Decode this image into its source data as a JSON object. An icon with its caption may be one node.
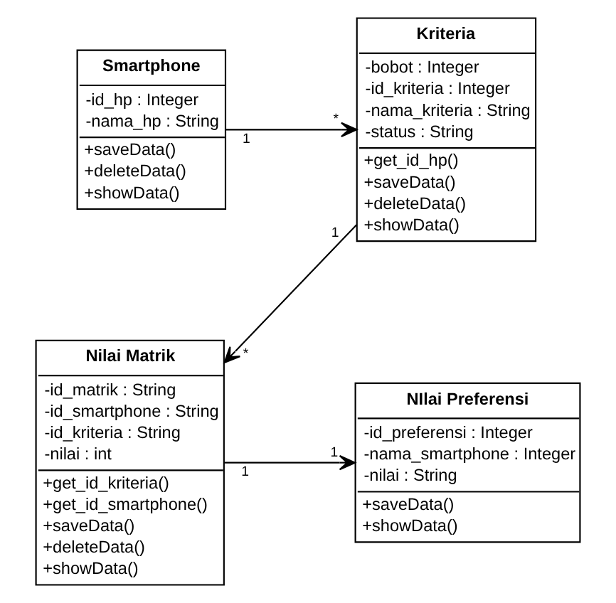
{
  "diagram": {
    "nodes": [
      {
        "text": [
          "Smartphone",
          "-id_hp : Integer",
          "-nama_hp : String",
          "+saveData()",
          "+deleteData()",
          "+showData()"
        ]
      },
      {
        "text": [
          "Kriteria",
          "-bobot : Integer",
          "-id_kriteria : Integer",
          "-nama_kriteria : String",
          "-status : String",
          "+get_id_hp()",
          "+saveData()",
          "+deleteData()",
          "+showData()"
        ]
      },
      {
        "text": [
          "Nilai Matrik",
          "-id_matrik : String",
          "-id_smartphone : String",
          "-id_kriteria : String",
          "-nilai : int",
          "+get_id_kriteria()",
          "+get_id_smartphone()",
          "+saveData()",
          "+deleteData()",
          "+showData()"
        ]
      },
      {
        "text": [
          "NIlai Preferensi",
          "-id_preferensi : Integer",
          "-nama_smartphone : Integer",
          "-nilai : String",
          "+saveData()",
          "+showData()"
        ]
      }
    ],
    "edges": [
      {
        "from": 0,
        "to": 1,
        "arrow": "to"
      },
      {
        "from": 1,
        "to": 2,
        "arrow": "to"
      },
      {
        "from": 2,
        "to": 3,
        "arrow": "to"
      }
    ],
    "labels": [
      "1",
      "*",
      "1",
      "*",
      "1",
      "1"
    ]
  }
}
